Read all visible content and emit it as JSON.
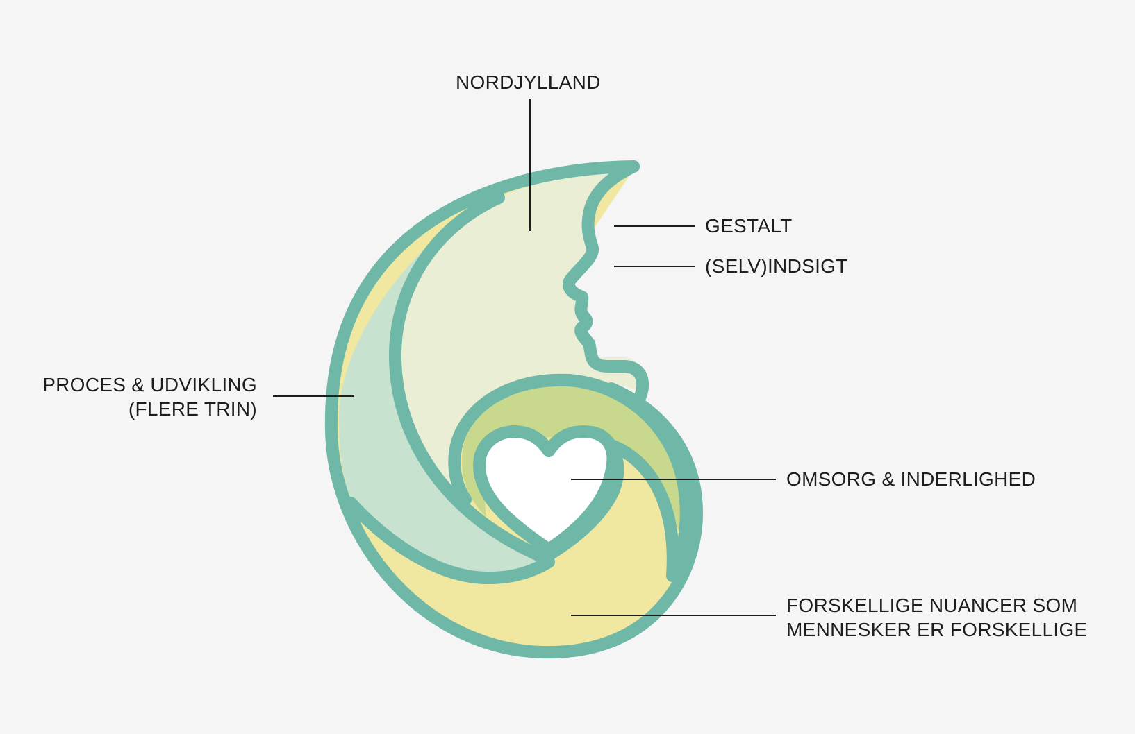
{
  "colors": {
    "background": "#f5f5f5",
    "outline": "#6fb7a7",
    "head": "#eaeed5",
    "leaf": "#c8e2d0",
    "wave": "#c8d98e",
    "bottom": "#f0e8a0",
    "heart": "#ffffff",
    "text": "#1d1d1d"
  },
  "labels": {
    "nordjylland": "NORDJYLLAND",
    "gestalt": "GESTALT",
    "selvindsigt": "(SELV)INDSIGT",
    "proces_line1": "PROCES & UDVIKLING",
    "proces_line2": "(FLERE TRIN)",
    "omsorg": "OMSORG & INDERLIGHED",
    "nuancer_line1": "FORSKELLIGE NUANCER SOM",
    "nuancer_line2": "MENNESKER ER FORSKELLIGE"
  }
}
